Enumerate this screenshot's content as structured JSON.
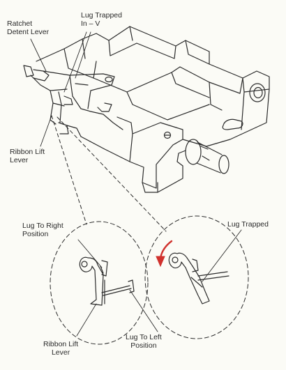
{
  "labels": {
    "ratchet_detent_lever": [
      "Ratchet",
      "Detent Lever"
    ],
    "lug_trapped_in_v": [
      "Lug Trapped",
      "In – V"
    ],
    "ribbon_lift_lever_top": [
      "Ribbon Lift",
      "Lever"
    ],
    "lug_to_right_position": [
      "Lug To Right",
      "Position"
    ],
    "lug_trapped": [
      "Lug Trapped"
    ],
    "ribbon_lift_lever_bottom": [
      "Ribbon Lift",
      "Lever"
    ],
    "lug_to_left_position": [
      "Lug To Left",
      "Position"
    ]
  },
  "colors": {
    "line": "#2b2b2b",
    "arrow": "#d0312d",
    "paper": "#fbfbf6"
  }
}
